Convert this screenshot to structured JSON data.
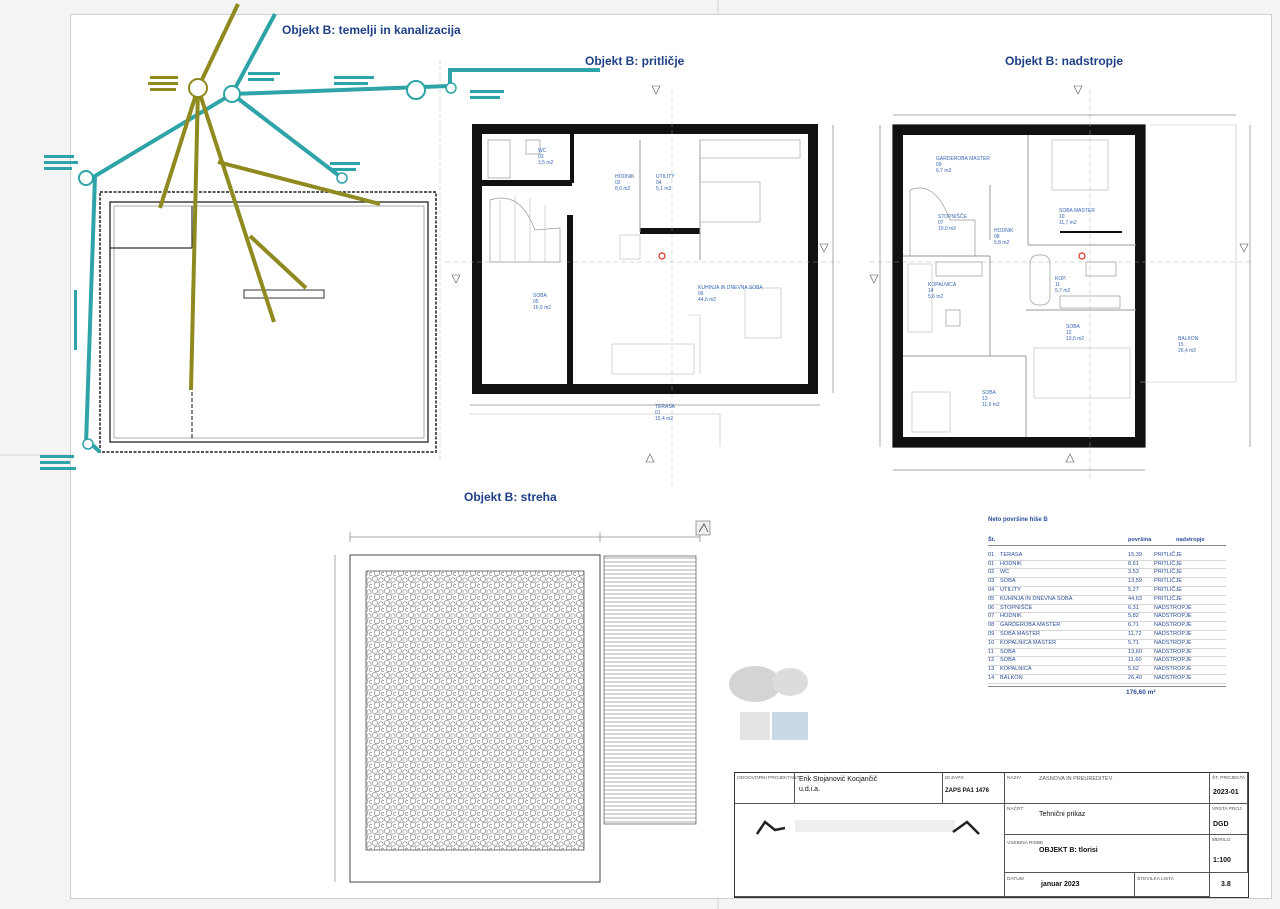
{
  "titles": {
    "foundations": "Objekt B: temelji in kanalizacija",
    "ground_floor": "Objekt B: pritličje",
    "upper_floor": "Objekt B: nadstropje",
    "roof": "Objekt B: streha"
  },
  "ground_rooms": {
    "wc": "WC\n03\n3,5 m2",
    "hodnik": "HODNIK\n02\n8,6 m2",
    "utility": "UTILITY\n04\n5,1 m2",
    "soba": "SOBA\n05\n16,5 m2",
    "kuhinja": "KUHINJA IN DNEVNA SOBA\n06\n44,6 m2",
    "terasa": "TERASA\n01\n15,4 m2"
  },
  "upper_rooms": {
    "garderoba": "GARDEROBA MASTER\n09\n6,7 m2",
    "stopnisce": "STOPNIŠČE\n07\n10,0 m2",
    "hodnik": "HODNIK\n08\n5,8 m2",
    "soba_master": "SOBA MASTER\n10\n11,7 m2",
    "kopalnica": "KOPALNICA\n14\n5,6 m2",
    "kop_master": "KOP.\n11\n5,7 m2",
    "soba1": "SOBA\n12\n13,6 m2",
    "soba2": "SOBA\n13\n11,6 m2",
    "balkon": "BALKON\n15\n26,4 m2"
  },
  "table": {
    "title": "Neto površine hiše B",
    "head_no": "Št.",
    "head_area": "površina",
    "head_floor": "nadstropje",
    "rows": [
      {
        "no": "01",
        "name": "TERASA",
        "area": "15,39",
        "floor": "PRITLIČJE"
      },
      {
        "no": "01",
        "name": "HODNIK",
        "area": "8,61",
        "floor": "PRITLIČJE"
      },
      {
        "no": "02",
        "name": "WC",
        "area": "3,53",
        "floor": "PRITLIČJE"
      },
      {
        "no": "03",
        "name": "SOBA",
        "area": "13,59",
        "floor": "PRITLIČJE"
      },
      {
        "no": "04",
        "name": "UTILITY",
        "area": "5,27",
        "floor": "PRITLIČJE"
      },
      {
        "no": "05",
        "name": "KUHINJA IN DNEVNA SOBA",
        "area": "44,63",
        "floor": "PRITLIČJE"
      },
      {
        "no": "06",
        "name": "STOPNIŠČE",
        "area": "6,31",
        "floor": "NADSTROPJE"
      },
      {
        "no": "07",
        "name": "HODNIK",
        "area": "5,82",
        "floor": "NADSTROPJE"
      },
      {
        "no": "08",
        "name": "GARDEROBA MASTER",
        "area": "6,71",
        "floor": "NADSTROPJE"
      },
      {
        "no": "09",
        "name": "SOBA MASTER",
        "area": "11,72",
        "floor": "NADSTROPJE"
      },
      {
        "no": "10",
        "name": "KOPALNICA MASTER",
        "area": "5,71",
        "floor": "NADSTROPJE"
      },
      {
        "no": "11",
        "name": "SOBA",
        "area": "13,60",
        "floor": "NADSTROPJE"
      },
      {
        "no": "12",
        "name": "SOBA",
        "area": "11,60",
        "floor": "NADSTROPJE"
      },
      {
        "no": "13",
        "name": "KOPALNICA",
        "area": "5,62",
        "floor": "NADSTROPJE"
      },
      {
        "no": "14",
        "name": "BALKON",
        "area": "26,40",
        "floor": "NADSTROPJE"
      }
    ],
    "total": "176,60 m²"
  },
  "titleblock": {
    "lab_projektant": "ODGOVORNI PROJEKTANT",
    "projektant": "Erik Stojanović Kocjančič",
    "projektant2": "u.d.i.a.",
    "lab_id": "ID ZAPS",
    "id": "ZAPS PA1 1476",
    "lab_naziv": "NAZIV",
    "naziv": "ZASNOVA IN PREUREDITEV",
    "lab_stprojekta": "ŠT. PROJEKTA",
    "stprojekta": "2023-01",
    "lab_nacrt": "NAČRT",
    "nacrt": "Tehnični prikaz",
    "lab_vrsta": "VRSTA PROJ.",
    "vrsta": "DGD",
    "lab_vsebina": "VSEBINA RISBE",
    "vsebina": "OBJEKT B: tlorisi",
    "lab_merilo": "MERILO",
    "merilo": "1:100",
    "lab_datum": "DATUM",
    "datum": "januar 2023",
    "lab_stevilka": "ŠTEVILKA LISTA",
    "stevilka": "3.8"
  },
  "colors": {
    "teal": "#2ea3a8",
    "olive": "#8f8a1f",
    "title": "#1f3f86"
  }
}
